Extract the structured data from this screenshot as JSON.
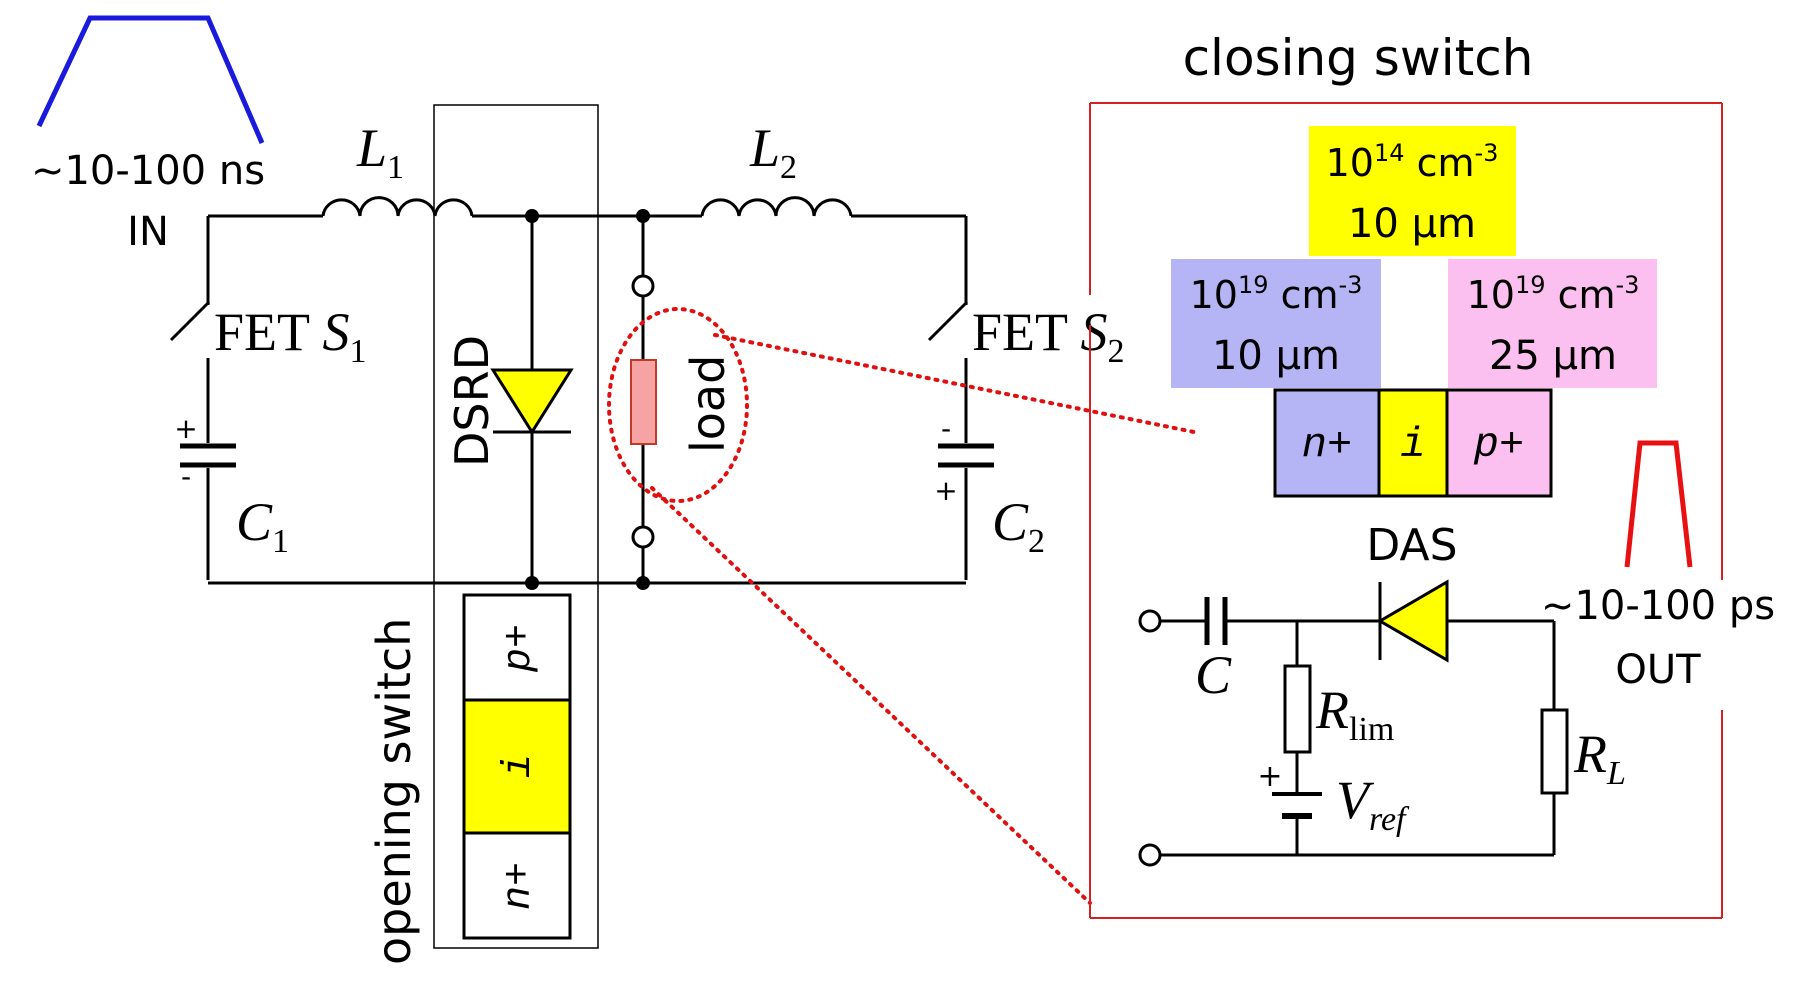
{
  "labels": {
    "in_time": "~10-100 ns",
    "in": "IN",
    "l1": "L",
    "l1_sub": "1",
    "l2": "L",
    "l2_sub": "2",
    "fet_s1": "FET ",
    "s1": "S",
    "s1_sub": "1",
    "fet_s2": "FET ",
    "s2": "S",
    "s2_sub": "2",
    "c1": "C",
    "c1_sub": "1",
    "c2": "C",
    "c2_sub": "2",
    "plus": "+",
    "minus": "-",
    "dsrd": "DSRD",
    "load": "load",
    "opening_switch": "opening switch",
    "closing_switch": "closing switch",
    "das": "DAS",
    "c": "C",
    "rlim": "R",
    "rlim_sub": "lim",
    "rl": "R",
    "rl_sub": "L",
    "vref": "V",
    "vref_sub": "ref",
    "out_time": "~10-100 ps",
    "out": "OUT"
  },
  "opening_layers": {
    "p": "p+",
    "i": "i",
    "n": "n+"
  },
  "closing_layers": {
    "n": "n+",
    "i": "i",
    "p": "p+"
  },
  "doping": {
    "i_conc": "10",
    "i_exp": "14",
    "i_unit": " cm",
    "i_unit_exp": "-3",
    "i_thick": "10 μm",
    "n_conc": "10",
    "n_exp": "19",
    "n_unit": " cm",
    "n_unit_exp": "-3",
    "n_thick": "10 μm",
    "p_conc": "10",
    "p_exp": "19",
    "p_unit": " cm",
    "p_unit_exp": "-3",
    "p_thick": "25 μm"
  },
  "colors": {
    "wire": "#000000",
    "in_pulse": "#1a1adb",
    "out_pulse": "#e81010",
    "closing_box": "#d42020",
    "zoom_dots": "#e01010",
    "yellow": "#ffff00",
    "n_region": "#b5b5f5",
    "p_region": "#fbbff0",
    "load_fill": "#f5a3a3",
    "load_stroke": "#c0392b"
  }
}
